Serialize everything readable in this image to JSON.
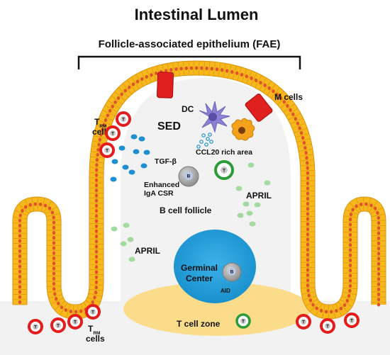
{
  "title": "Intestinal Lumen",
  "subtitle": "Follicle-associated epithelium (FAE)",
  "labels": {
    "m_cells": "M cells",
    "trm_top_main": "T",
    "trm_top_sub": "RM",
    "trm_top_cells": "cells",
    "trm_bottom_main": "T",
    "trm_bottom_sub": "RM",
    "trm_bottom_cells": "cells",
    "dc": "DC",
    "sed": "SED",
    "ccl20": "CCL20 rich area",
    "tgf": "TGF-β",
    "enhanced_line1": "Enhanced",
    "enhanced_line2": "IgA CSR",
    "april_right": "APRIL",
    "april_left": "APRIL",
    "b_cell_follicle": "B cell follicle",
    "germinal_line1": "Germinal",
    "germinal_line2": "Center",
    "aid": "AID",
    "t_cell_zone": "T cell zone",
    "cell_b": "B",
    "cell_t": "T"
  },
  "colors": {
    "epithelium": "#f7b81d",
    "epithelium_outline": "#d9940c",
    "nucleus": "#e0532a",
    "m_cell": "#e01f1f",
    "dome_fill": "#f2f2f2",
    "germinal_center": "#1c9ad6",
    "t_cell_zone": "#fbdc8a",
    "trm_ring": "#e41c1c",
    "t_cell_ring_green": "#2c9b3a",
    "b_cell": "#9a9a9a",
    "blue_dots": "#1e8fd0",
    "green_dots": "#a5d9a2",
    "dc": "#8b82d6",
    "macrophage": "#f4a21c"
  },
  "icons": {
    "dendritic_cell": "dendritic-cell-icon",
    "macrophage": "macrophage-icon",
    "b_cell": "b-cell-icon",
    "t_cell": "t-cell-icon",
    "trm_cell": "trm-cell-icon"
  }
}
